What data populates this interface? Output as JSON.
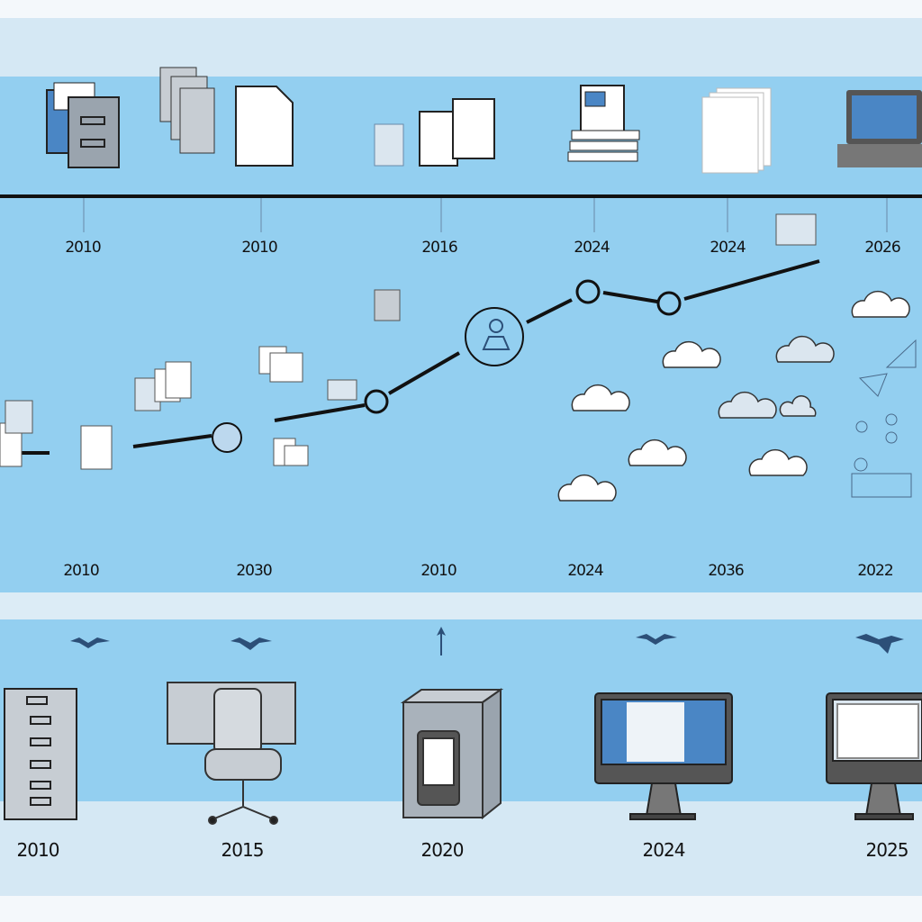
{
  "colors": {
    "band_blue": "#93cff0",
    "band_pale": "#d5e8f4",
    "accent": "#4a86c5",
    "line": "#111111"
  },
  "top_timeline": {
    "labels": [
      "2010",
      "2010",
      "2016",
      "2024",
      "2024",
      "2026"
    ]
  },
  "middle_timeline": {
    "labels": [
      "2010",
      "2030",
      "2010",
      "2024",
      "2036",
      "2022"
    ]
  },
  "bottom_timeline": {
    "labels": [
      "2010",
      "2015",
      "2020",
      "2024",
      "2025"
    ]
  },
  "icons": {
    "top": [
      "file-folder-icon",
      "paper-stack-icon",
      "document-icon",
      "documents-icon",
      "printer-stack-icon",
      "document-pages-icon",
      "laptop-icon"
    ],
    "middle": [
      "document-icon",
      "chart-icon",
      "user-icon",
      "cloud-icon",
      "share-icon"
    ],
    "bottom": [
      "filing-cabinet-icon",
      "office-chair-icon",
      "server-tablet-icon",
      "desktop-monitor-icon",
      "desktop-monitor-icon"
    ]
  }
}
